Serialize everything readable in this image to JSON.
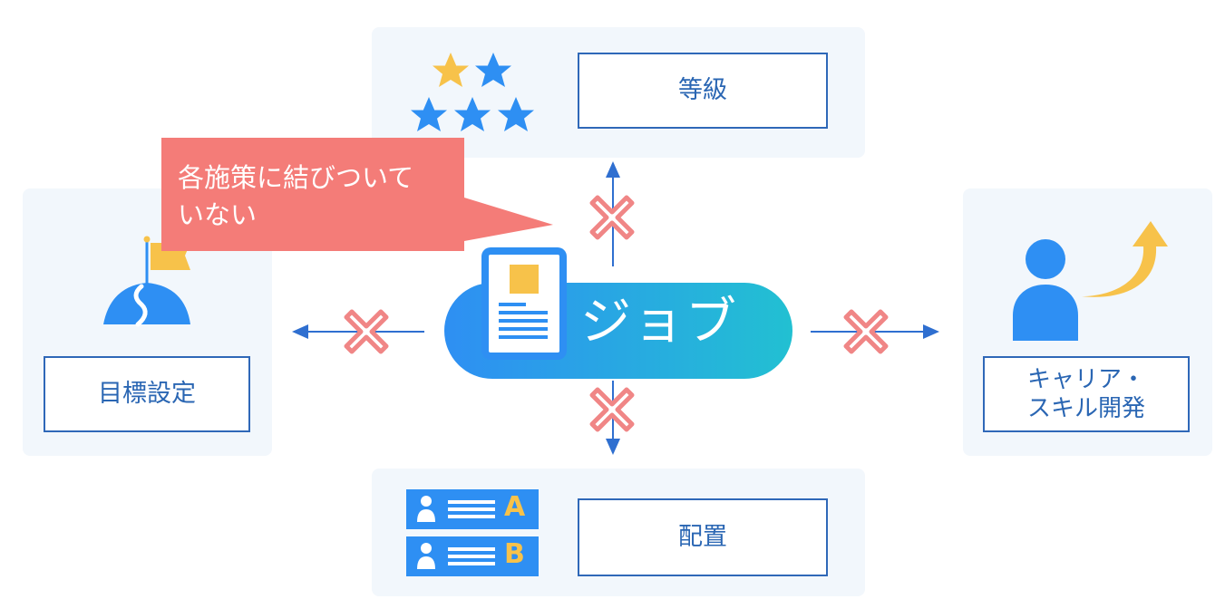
{
  "center": {
    "label": "ジョブ"
  },
  "callout": {
    "text": "各施策に結びついて\nいない"
  },
  "nodes": {
    "top": {
      "label": "等級",
      "icon": "stars-icon"
    },
    "left": {
      "label": "目標設定",
      "icon": "mountain-flag-icon"
    },
    "right": {
      "label": "キャリア・\nスキル開発",
      "icon": "person-arrow-up-icon"
    },
    "bottom": {
      "label": "配置",
      "icon": "staff-cards-icon",
      "cards": [
        "A",
        "B"
      ]
    }
  },
  "colors": {
    "panel": "#f2f7fc",
    "border": "#2f68b8",
    "accent_blue": "#2e90f2",
    "star_yellow": "#f7c24a",
    "cross_red": "#f08686",
    "callout_red": "#f47c78",
    "pill_gradient": [
      "#2e8ff3",
      "#22c0d2"
    ]
  }
}
